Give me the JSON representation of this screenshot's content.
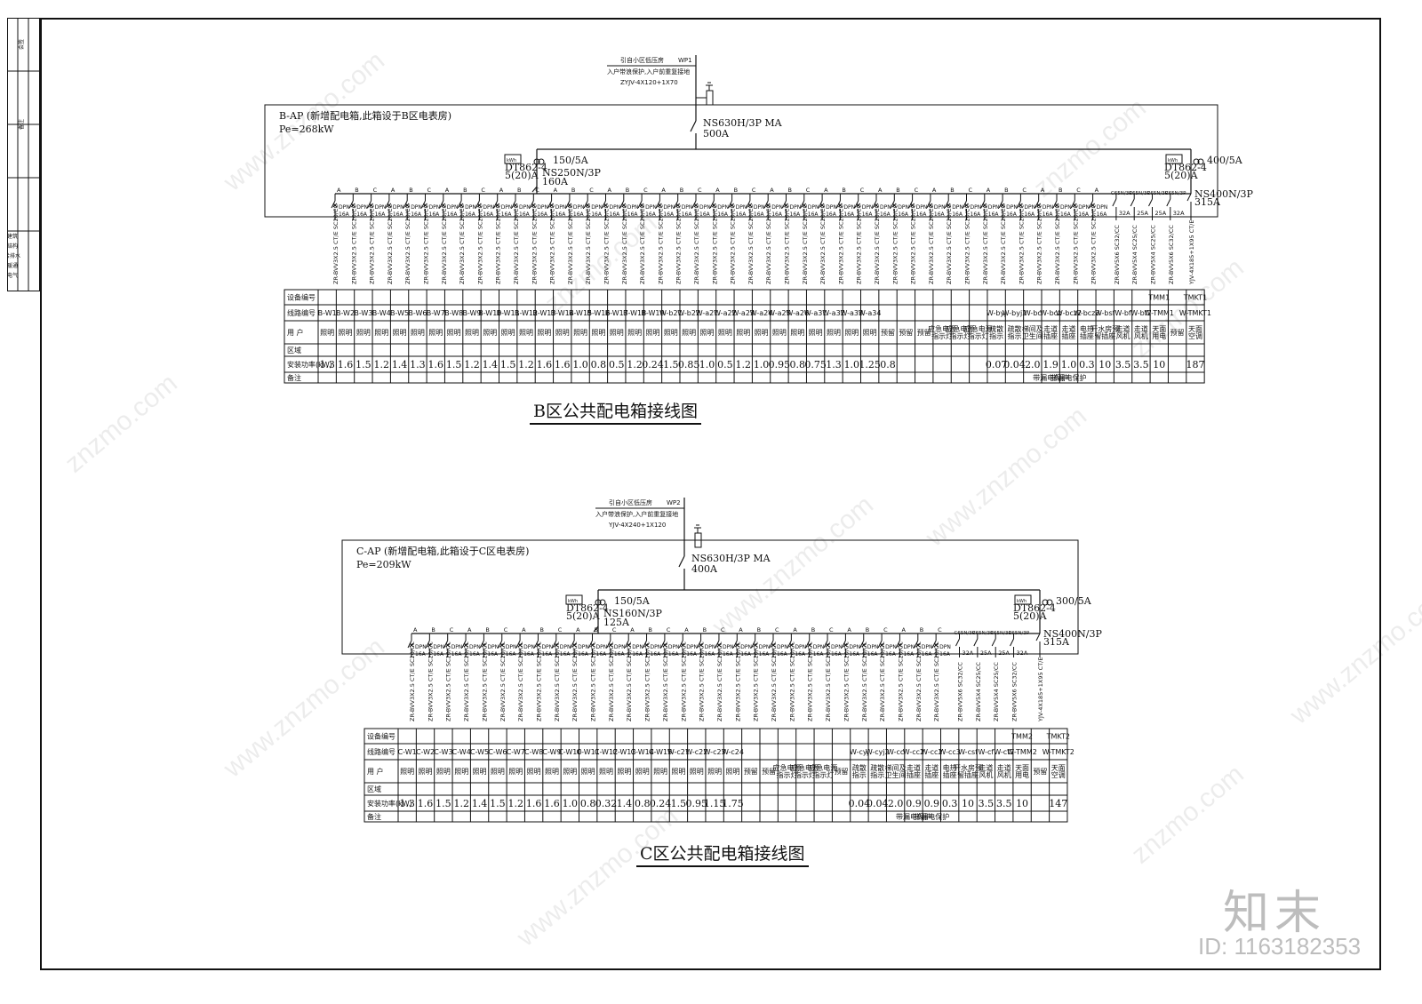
{
  "strip_labels": [
    "会签",
    "备注",
    "建筑",
    "结构",
    "给排水",
    "暖通",
    "电气"
  ],
  "watermark": "znzmo.com",
  "watermark2": "www.znzmo.com",
  "logo": "知末",
  "sheet_id": "ID: 1163182353",
  "row_headers": [
    "设备编号",
    "线路编号",
    "用 户",
    "区域",
    "安装功率(kW)",
    "备注"
  ],
  "b": {
    "supply_label": "引自小区低压房",
    "supply_id": "WP1",
    "supply_note": "入户带浪保护,入户前重复接地",
    "supply_cable": "ZYJV-4X120+1X70",
    "box_title": "B-AP (新增配电箱,此箱设于B区电表房)",
    "box_pe": "Pe=268kW",
    "main_breaker": "NS630H/3P MA",
    "main_current": "500A",
    "sub_breaker": "NS250N/3P",
    "sub_current": "160A",
    "ct_left": "150/5A",
    "meter_left": "DT862-4",
    "meter_left_rating": "5(20)A",
    "ct_right": "400/5A",
    "meter_right": "DT862-4",
    "meter_right_rating": "5(20)A",
    "right_breaker": "NS400N/3P",
    "right_current": "315A",
    "right_cable": "YJV-4X185+1X95 CT/E",
    "title": "B区公共配电箱接线图",
    "phases": [
      "A",
      "B",
      "C",
      "A",
      "B",
      "C",
      "A",
      "B",
      "C",
      "A",
      "B",
      "C",
      "A",
      "B",
      "C",
      "A",
      "B",
      "C",
      "A",
      "B",
      "C",
      "A",
      "B",
      "C",
      "A",
      "B",
      "C",
      "A",
      "B",
      "C",
      "A",
      "B",
      "C",
      "A",
      "B",
      "C",
      "A",
      "B",
      "C",
      "A",
      "B",
      "C",
      "A"
    ],
    "dpn": "DPN",
    "dpn_rating": "16A",
    "c65": "C65N/3P",
    "c65_ratings": [
      "32A",
      "25A",
      "25A",
      "32A"
    ],
    "cable_std": "ZR-BVV3X2.5 CT/E SC20/CC",
    "cable_3ph": [
      "ZR-BVV5X6 SC32/CC",
      "ZR-BVV5X4 SC25/CC",
      "ZR-BVV5X4 SC25/CC",
      "ZR-BVV5X6 SC32/CC"
    ],
    "equipment": [
      "TMM1",
      "TMKT1"
    ],
    "circuits": [
      "B-W1",
      "B-W2",
      "B-W3",
      "B-W4",
      "B-W5",
      "B-W6",
      "B-W7",
      "B-W8",
      "B-W9",
      "B-W10",
      "B-W11",
      "B-W12",
      "B-W13",
      "B-W14",
      "B-W15",
      "B-W16",
      "B-W17",
      "B-W18",
      "B-W19",
      "W-b21",
      "W-b22",
      "W-a21",
      "W-a22",
      "W-a23",
      "W-a24",
      "W-a25",
      "W-a26",
      "W-a31",
      "W-a32",
      "W-a33",
      "W-a34",
      "",
      "",
      "",
      "",
      "",
      "",
      "W-byj",
      "W-byj2",
      "W-bc",
      "W-bcz",
      "W-bcz2",
      "W-bcz3",
      "W-bsf",
      "W-bf",
      "W-bf2",
      "W-TMM1",
      "",
      "W-TMKT1"
    ],
    "users": [
      "照明",
      "照明",
      "照明",
      "照明",
      "照明",
      "照明",
      "照明",
      "照明",
      "照明",
      "照明",
      "照明",
      "照明",
      "照明",
      "照明",
      "照明",
      "照明",
      "照明",
      "照明",
      "照明",
      "照明",
      "照明",
      "照明",
      "照明",
      "照明",
      "照明",
      "照明",
      "照明",
      "照明",
      "照明",
      "照明",
      "照明",
      "预留",
      "预留",
      "预留",
      "应急电源指示灯",
      "应急电源指示灯",
      "应急电源指示灯",
      "疏散指示",
      "疏散指示",
      "梯间及卫生间",
      "走道插座",
      "走道插座",
      "电热插座",
      "开水房预留插座",
      "走道风机",
      "走道风机",
      "天面用电",
      "预留",
      "天面空调"
    ],
    "powers": [
      "1.3",
      "1.6",
      "1.5",
      "1.2",
      "1.4",
      "1.3",
      "1.6",
      "1.5",
      "1.2",
      "1.4",
      "1.5",
      "1.2",
      "1.6",
      "1.6",
      "1.0",
      "0.8",
      "0.5",
      "1.2",
      "0.24",
      "1.5",
      "0.85",
      "1.0",
      "0.5",
      "1.2",
      "1.0",
      "0.95",
      "0.8",
      "0.75",
      "1.3",
      "1.0",
      "1.25",
      "0.8",
      "",
      "",
      "",
      "",
      "",
      "0.07",
      "0.04",
      "2.0",
      "1.9",
      "1.0",
      "0.3",
      "10",
      "3.5",
      "3.5",
      "10",
      "",
      "187"
    ],
    "notes": [
      "",
      "",
      "",
      "",
      "",
      "",
      "",
      "",
      "",
      "",
      "",
      "",
      "",
      "",
      "",
      "",
      "",
      "",
      "",
      "",
      "",
      "",
      "",
      "",
      "",
      "",
      "",
      "",
      "",
      "",
      "",
      "",
      "",
      "",
      "",
      "",
      "",
      "",
      "",
      "",
      "带漏电保护",
      "带漏电保护",
      "",
      "",
      "",
      "",
      "",
      "",
      ""
    ]
  },
  "c": {
    "supply_label": "引自小区低压房",
    "supply_id": "WP2",
    "supply_note": "入户带浪保护,入户前重复接地",
    "supply_cable": "YJV-4X240+1X120",
    "box_title": "C-AP (新增配电箱,此箱设于C区电表房)",
    "box_pe": "Pe=209kW",
    "main_breaker": "NS630H/3P MA",
    "main_current": "400A",
    "sub_breaker": "NS160N/3P",
    "sub_current": "125A",
    "ct_left": "150/5A",
    "meter_left": "DT862-4",
    "meter_left_rating": "5(20)A",
    "ct_right": "300/5A",
    "meter_right": "DT862-4",
    "meter_right_rating": "5(20)A",
    "right_breaker": "NS400N/3P",
    "right_current": "315A",
    "right_cable": "YJV-4X185+1X95 CT/E",
    "title": "C区公共配电箱接线图",
    "phases": [
      "A",
      "B",
      "C",
      "A",
      "B",
      "C",
      "A",
      "B",
      "C",
      "A",
      "B",
      "C",
      "A",
      "B",
      "C",
      "A",
      "B",
      "C",
      "A",
      "B",
      "C",
      "A",
      "B",
      "C",
      "A",
      "B",
      "C",
      "A",
      "B",
      "C"
    ],
    "dpn": "DPN",
    "dpn_rating": "16A",
    "c65": "C65N/3P",
    "c65_ratings": [
      "32A",
      "25A",
      "25A",
      "32A"
    ],
    "cable_std": "ZR-BVV3X2.5 CT/E SC20/CC",
    "cable_3ph": [
      "ZR-BVV5X6 SC32/CC",
      "ZR-BVV5X4 SC25/CC",
      "ZR-BVV5X4 SC25/CC",
      "ZR-BVV5X6 SC32/CC"
    ],
    "equipment": [
      "TMM2",
      "TMKT2"
    ],
    "circuits": [
      "C-W1",
      "C-W2",
      "C-W3",
      "C-W4",
      "C-W5",
      "C-W6",
      "C-W7",
      "C-W8",
      "C-W9",
      "C-W10",
      "C-W11",
      "C-W12",
      "C-W13",
      "C-W14",
      "C-W15",
      "W-c21",
      "W-c22",
      "W-c23",
      "W-c24",
      "",
      "",
      "",
      "",
      "",
      "",
      "W-cyj",
      "W-cyj2",
      "W-cc",
      "W-cc2",
      "W-cc2",
      "W-cc3",
      "W-csf",
      "W-cf",
      "W-cf2",
      "W-TMM2",
      "",
      "W-TMKT2"
    ],
    "users": [
      "照明",
      "照明",
      "照明",
      "照明",
      "照明",
      "照明",
      "照明",
      "照明",
      "照明",
      "照明",
      "照明",
      "照明",
      "照明",
      "照明",
      "照明",
      "照明",
      "照明",
      "照明",
      "照明",
      "预留",
      "预留",
      "应急电源指示灯",
      "应急电源指示灯",
      "应急电源指示灯",
      "预留",
      "疏散指示",
      "疏散指示",
      "梯间及卫生间",
      "走道插座",
      "走道插座",
      "电热插座",
      "开水房预留插座",
      "走道风机",
      "走道风机",
      "天面用电",
      "预留",
      "天面空调"
    ],
    "powers": [
      "1.3",
      "1.6",
      "1.5",
      "1.2",
      "1.4",
      "1.5",
      "1.2",
      "1.6",
      "1.6",
      "1.0",
      "0.8",
      "0.32",
      "1.4",
      "0.8",
      "0.24",
      "1.5",
      "0.95",
      "1.15",
      "1.75",
      "",
      "",
      "",
      "",
      "",
      "",
      "0.04",
      "0.04",
      "2.0",
      "0.9",
      "0.9",
      "0.3",
      "10",
      "3.5",
      "3.5",
      "10",
      "",
      "147"
    ],
    "notes": [
      "",
      "",
      "",
      "",
      "",
      "",
      "",
      "",
      "",
      "",
      "",
      "",
      "",
      "",
      "",
      "",
      "",
      "",
      "",
      "",
      "",
      "",
      "",
      "",
      "",
      "",
      "",
      "",
      "带漏电保护",
      "带漏电保护",
      "",
      "",
      "",
      "",
      "",
      "",
      ""
    ]
  }
}
